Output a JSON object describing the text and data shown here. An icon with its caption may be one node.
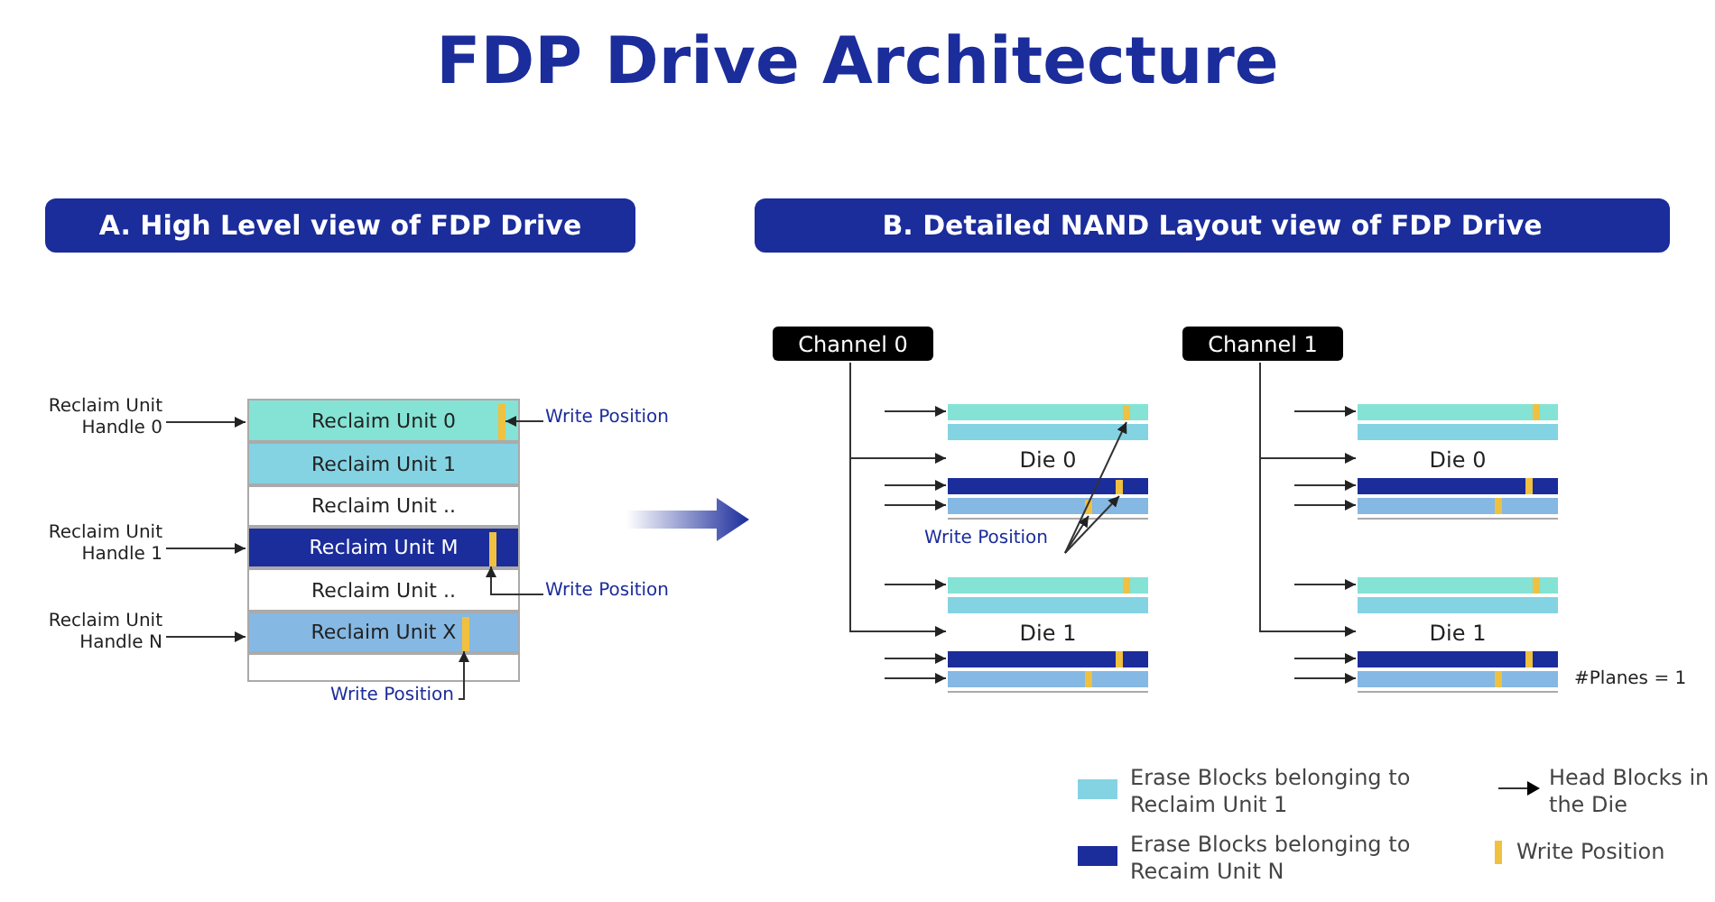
{
  "diagram": {
    "title": "FDP Drive Architecture",
    "nodes": [
      {
        "text": [
          "A. High Level view of FDP Drive"
        ]
      },
      {
        "text": [
          "B. Detailed NAND Layout view of FDP Drive"
        ]
      },
      {
        "text": [
          "Reclaim Unit Handle 0"
        ]
      },
      {
        "text": [
          "Reclaim Unit Handle 1"
        ]
      },
      {
        "text": [
          "Reclaim Unit Handle N"
        ]
      },
      {
        "text": [
          "Reclaim Unit 0"
        ]
      },
      {
        "text": [
          "Reclaim Unit 1"
        ]
      },
      {
        "text": [
          "Reclaim Unit .."
        ]
      },
      {
        "text": [
          "Reclaim Unit M"
        ]
      },
      {
        "text": [
          "Reclaim Unit .."
        ]
      },
      {
        "text": [
          "Reclaim Unit X"
        ]
      },
      {
        "text": [],
        "shape": "bar"
      },
      {
        "text": [],
        "shape": "bar",
        "in": 5
      },
      {
        "text": [],
        "shape": "bar",
        "in": 8
      },
      {
        "text": [],
        "shape": "bar",
        "in": 10
      },
      {
        "text": [
          "Write Position"
        ]
      },
      {
        "text": [
          "Write Position"
        ]
      },
      {
        "text": [
          "Write Position"
        ]
      },
      {
        "text": [
          "Channel 0"
        ]
      },
      {
        "text": [
          "Channel 1"
        ]
      },
      {
        "text": [
          "Die 0"
        ]
      },
      {
        "text": [
          "Die 1"
        ]
      },
      {
        "text": [
          "Die 0"
        ]
      },
      {
        "text": [
          "Die 1"
        ]
      },
      {
        "text": [],
        "shape": "bar",
        "in": 20
      },
      {
        "text": [],
        "shape": "bar",
        "in": 20
      },
      {
        "text": [],
        "shape": "bar",
        "in": 20
      },
      {
        "text": [
          "Write Position"
        ]
      }
    ],
    "edges": [
      {
        "from": 2,
        "to": 5,
        "arrow": "to"
      },
      {
        "from": 3,
        "to": 8,
        "arrow": "to"
      },
      {
        "from": 4,
        "to": 10,
        "arrow": "to"
      },
      {
        "from": 15,
        "to": 12,
        "arrow": "to"
      },
      {
        "from": 16,
        "to": 13,
        "arrow": "to"
      },
      {
        "from": 17,
        "to": 14,
        "arrow": "to"
      },
      {
        "from": 18,
        "to": 20,
        "arrow": "to"
      },
      {
        "from": 18,
        "to": 21,
        "arrow": "to"
      },
      {
        "from": 19,
        "to": 22,
        "arrow": "to"
      },
      {
        "from": 19,
        "to": 23,
        "arrow": "to"
      },
      {
        "from": 27,
        "to": 24,
        "arrow": "to"
      },
      {
        "from": 27,
        "to": 25,
        "arrow": "to"
      },
      {
        "from": 27,
        "to": 26,
        "arrow": "to"
      },
      {
        "from": null,
        "to": 20,
        "arrow": "to"
      },
      {
        "from": null,
        "to": 20,
        "arrow": "to"
      },
      {
        "from": null,
        "to": 20,
        "arrow": "to"
      },
      {
        "from": null,
        "to": 21,
        "arrow": "to"
      },
      {
        "from": null,
        "to": 21,
        "arrow": "to"
      },
      {
        "from": null,
        "to": 21,
        "arrow": "to"
      },
      {
        "from": null,
        "to": 22,
        "arrow": "to"
      },
      {
        "from": null,
        "to": 22,
        "arrow": "to"
      },
      {
        "from": null,
        "to": 22,
        "arrow": "to"
      },
      {
        "from": null,
        "to": 23,
        "arrow": "to"
      },
      {
        "from": null,
        "to": 23,
        "arrow": "to"
      },
      {
        "from": null,
        "to": 23,
        "arrow": "to"
      }
    ],
    "labels": [
      "#Planes = 1"
    ],
    "legend": [
      {
        "text": "Erase Blocks belonging to Reclaim Unit 1",
        "color": "#84d3e3"
      },
      {
        "text": "Erase Blocks belonging to Recaim Unit N",
        "color": "#1b2c9b"
      },
      {
        "text": "Head Blocks in the Die"
      },
      {
        "text": "Write Position"
      }
    ]
  }
}
